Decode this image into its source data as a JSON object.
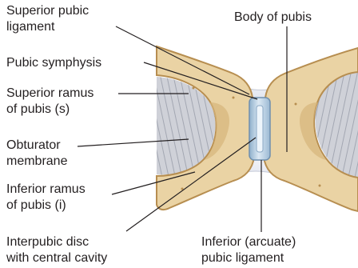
{
  "labels": {
    "superior_pubic_ligament": [
      "Superior pubic",
      "ligament"
    ],
    "body_of_pubis": [
      "Body of pubis"
    ],
    "pubic_symphysis": [
      "Pubic symphysis"
    ],
    "superior_ramus": [
      "Superior ramus",
      "of pubis (s)"
    ],
    "obturator_membrane": [
      "Obturator",
      "membrane"
    ],
    "inferior_ramus": [
      "Inferior ramus",
      "of pubis (i)"
    ],
    "interpubic_disc": [
      "Interpubic disc",
      "with central cavity"
    ],
    "inferior_arcuate_ligament": [
      "Inferior (arcuate)",
      "pubic ligament"
    ]
  },
  "colors": {
    "bone_fill": "#ead3a4",
    "bone_edge": "#b78e50",
    "bone_shadow": "#c9a46a",
    "membrane": "#cfd1d8",
    "membrane_stripe": "#9fa3ae",
    "ligament": "#e7eaf3",
    "disc": "#a7c3db",
    "disc_highlight": "#dbe8f3",
    "leader_line": "#231f20"
  }
}
